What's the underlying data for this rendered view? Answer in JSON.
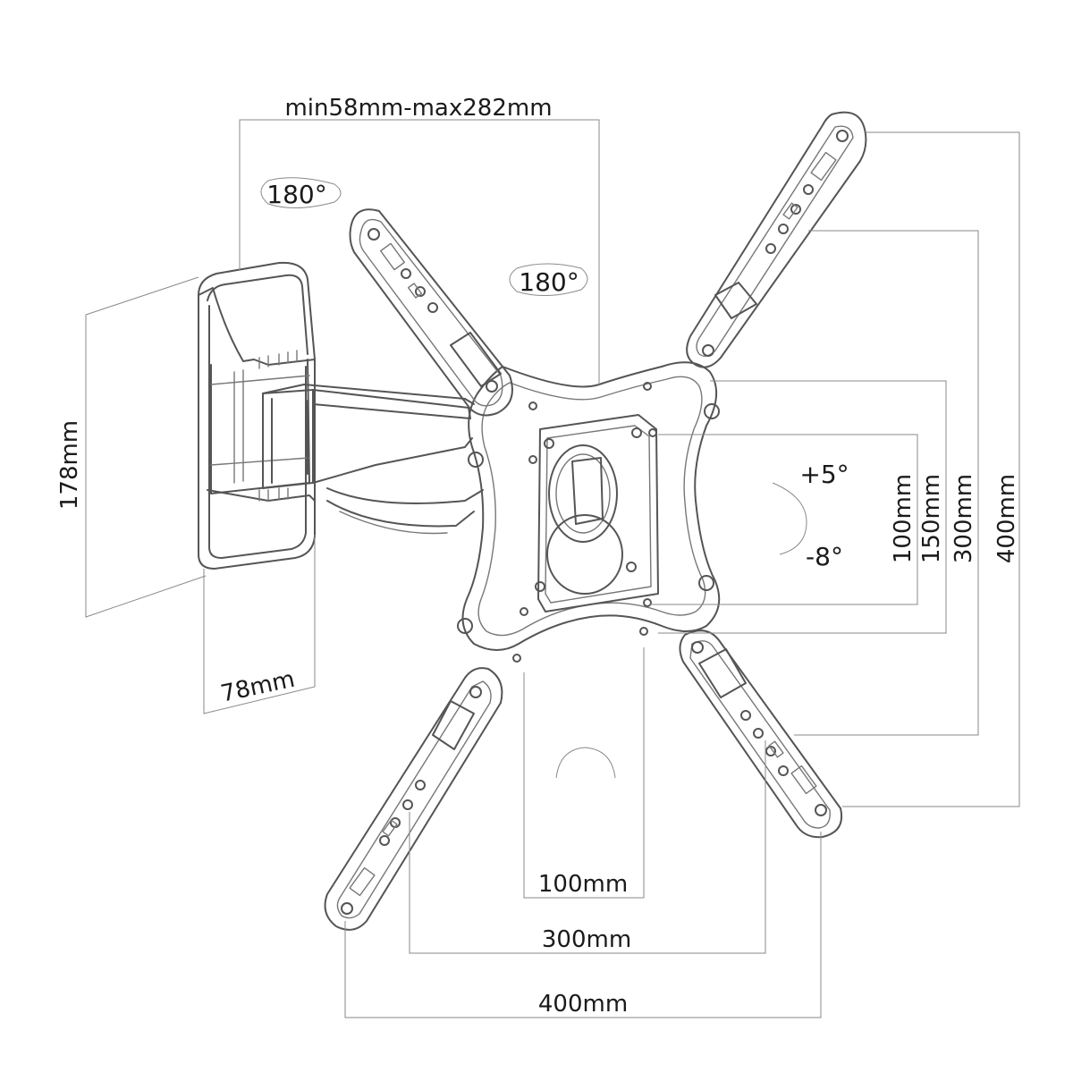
{
  "dimensions": {
    "extension_range": "min58mm-max282mm",
    "wall_plate_height": "178mm",
    "wall_plate_depth": "78mm",
    "vesa_vertical": [
      "100mm",
      "150mm",
      "300mm",
      "400mm"
    ],
    "vesa_horizontal": [
      "100mm",
      "300mm",
      "400mm"
    ]
  },
  "angles": {
    "swivel_arm": "180°",
    "swivel_head": "180°",
    "tilt_up": "+5°",
    "tilt_down": "-8°"
  },
  "colors": {
    "line": "#555555",
    "dimension_line": "#8a8a8a",
    "text": "#1a1a1a"
  }
}
